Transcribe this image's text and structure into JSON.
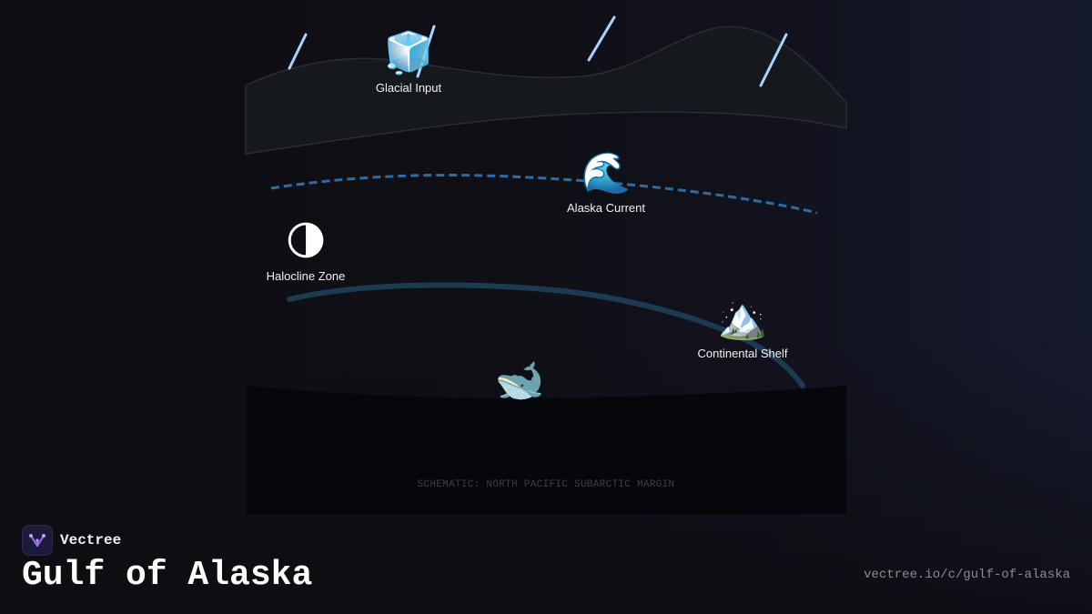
{
  "diagram": {
    "nodes": {
      "glacial_input": {
        "icon": "ice-cube-icon",
        "glyph": "🧊",
        "label": "Glacial Input"
      },
      "alaska_current": {
        "icon": "wave-icon",
        "glyph": "🌊",
        "label": "Alaska Current"
      },
      "halocline_zone": {
        "icon": "half-moon-icon",
        "glyph": "🌗",
        "label": "Halocline Zone"
      },
      "continental_shelf": {
        "icon": "snow-mountain-icon",
        "glyph": "🏔️",
        "label": "Continental Shelf"
      },
      "whale": {
        "icon": "whale-icon",
        "glyph": "🐋"
      }
    },
    "caption": "SCHEMATIC: NORTH PACIFIC SUBARCTIC MARGIN",
    "colors": {
      "rain": "#a9d4ff",
      "current_dashed": "#2e6da4",
      "halocline_curve": "#1c3a52",
      "surface_fill": "#15181d",
      "seabed_fill": "#05070a"
    }
  },
  "brand": {
    "name": "Vectree",
    "logo_color": "#a46bff"
  },
  "page": {
    "title": "Gulf of Alaska",
    "url": "vectree.io/c/gulf-of-alaska"
  }
}
